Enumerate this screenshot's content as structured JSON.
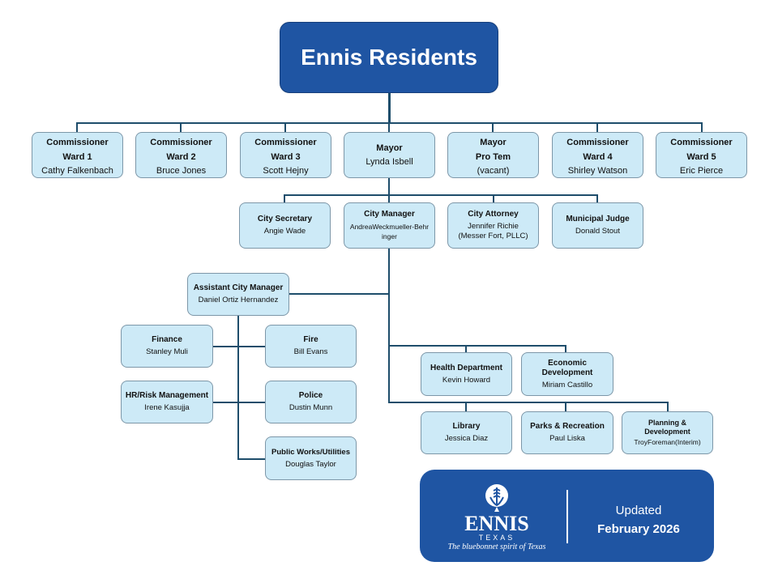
{
  "title": "Ennis Residents",
  "council": [
    {
      "title": "Commissioner",
      "title2": "Ward 1",
      "name": "Cathy Falkenbach"
    },
    {
      "title": "Commissioner",
      "title2": "Ward 2",
      "name": "Bruce Jones"
    },
    {
      "title": "Commissioner",
      "title2": "Ward 3",
      "name": "Scott Hejny"
    },
    {
      "title": "Mayor",
      "title2": "",
      "name": "Lynda Isbell"
    },
    {
      "title": "Mayor",
      "title2": "Pro Tem",
      "name": "(vacant)"
    },
    {
      "title": "Commissioner",
      "title2": "Ward 4",
      "name": "Shirley Watson"
    },
    {
      "title": "Commissioner",
      "title2": "Ward 5",
      "name": "Eric Pierce"
    }
  ],
  "appointed": [
    {
      "title": "City Secretary",
      "name": "Angie Wade"
    },
    {
      "title": "City Manager",
      "name": "AndreaWeckmueller-Behringer"
    },
    {
      "title": "City Attorney",
      "name": "Jennifer Richie (Messer Fort, PLLC)"
    },
    {
      "title": "Municipal Judge",
      "name": "Donald Stout"
    }
  ],
  "acm": {
    "title": "Assistant City Manager",
    "name": "Daniel Ortiz Hernandez"
  },
  "departments": [
    {
      "title": "Finance",
      "name": "Stanley Muli"
    },
    {
      "title": "Fire",
      "name": "Bill Evans"
    },
    {
      "title": "HR/Risk Management",
      "name": "Irene Kasujja"
    },
    {
      "title": "Police",
      "name": "Dustin Munn"
    },
    {
      "title": "Public Works/Utilities",
      "name": "Douglas Taylor"
    },
    {
      "title": "Health Department",
      "name": "Kevin Howard"
    },
    {
      "title": "Economic Development",
      "name": "Miriam Castillo"
    },
    {
      "title": "Library",
      "name": "Jessica Diaz"
    },
    {
      "title": "Parks & Recreation",
      "name": "Paul Liska"
    },
    {
      "title": "Planning & Development",
      "name": "TroyForeman(Interim)"
    }
  ],
  "footer": {
    "logo_text": "ENNIS",
    "logo_sub": "TEXAS",
    "tagline": "The bluebonnet spirit of Texas",
    "updated_label": "Updated",
    "updated_date": "February 2026"
  },
  "colors": {
    "brand": "#1f55a3",
    "box": "#cdeaf7",
    "line": "#1e4d6b"
  }
}
